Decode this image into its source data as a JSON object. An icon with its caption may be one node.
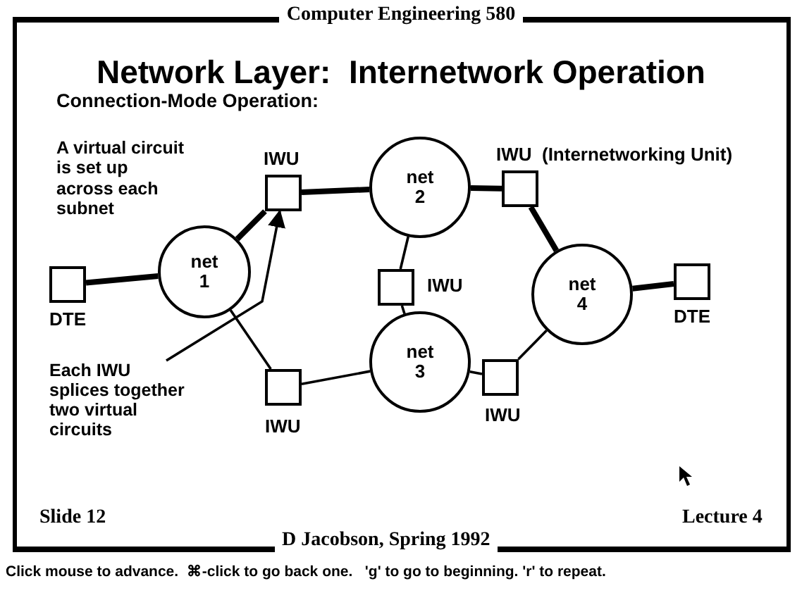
{
  "diagram": {
    "title": "Network Layer:  Internetwork Operation",
    "nodes": [
      {
        "text": [
          "IWU"
        ]
      },
      {
        "text": [
          "net 2"
        ]
      },
      {
        "text": [
          "IWU  (Internetworking Unit)"
        ]
      },
      {
        "text": [
          "DTE"
        ]
      },
      {
        "text": [
          "net 1"
        ]
      },
      {
        "text": [
          "IWU"
        ]
      },
      {
        "text": [
          "net 4"
        ]
      },
      {
        "text": [
          "DTE"
        ]
      },
      {
        "text": [
          "Each IWU splices together two virtual circuits"
        ]
      },
      {
        "text": [
          "IWU"
        ]
      },
      {
        "text": [
          "net 3"
        ]
      },
      {
        "text": [
          "IWU"
        ]
      }
    ],
    "edges": [
      {
        "from": 3,
        "to": 4,
        "arrow": "none",
        "style": "thick"
      },
      {
        "from": 4,
        "to": 0,
        "arrow": "none",
        "style": "thick"
      },
      {
        "from": 0,
        "to": 1,
        "arrow": "none",
        "style": "thick"
      },
      {
        "from": 1,
        "to": 2,
        "arrow": "none",
        "style": "thick"
      },
      {
        "from": 2,
        "to": 6,
        "arrow": "none",
        "style": "thick"
      },
      {
        "from": 6,
        "to": 7,
        "arrow": "none",
        "style": "thick"
      },
      {
        "from": 1,
        "to": 5,
        "arrow": "none"
      },
      {
        "from": 5,
        "to": 10,
        "arrow": "none"
      },
      {
        "from": 4,
        "to": 9,
        "arrow": "none"
      },
      {
        "from": 9,
        "to": 10,
        "arrow": "none"
      },
      {
        "from": 10,
        "to": 11,
        "arrow": "none"
      },
      {
        "from": 11,
        "to": 6,
        "arrow": "none"
      },
      {
        "from": 8,
        "to": 0,
        "arrow": "to"
      }
    ],
    "labels": [
      "Computer Engineering 580",
      "Connection-Mode Operation:",
      "A virtual circuit is set up across each subnet",
      "Slide 12",
      "D Jacobson, Spring 1992",
      "Lecture 4",
      "Click mouse to advance.  ⌘-click to go back one.   'g' to go to beginning. 'r' to repeat."
    ]
  }
}
